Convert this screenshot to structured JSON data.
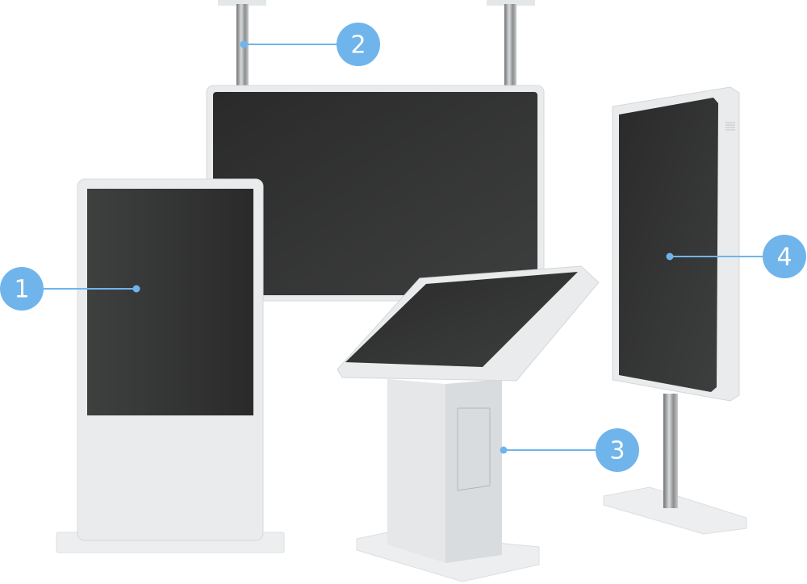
{
  "colors": {
    "callout": "#70b4ec",
    "screen": "#2e2f2f",
    "frame": "#e9ebec",
    "frame_edge": "#d6dadc"
  },
  "callouts": [
    {
      "label": "1",
      "target": "floor-standing-kiosk-screen"
    },
    {
      "label": "2",
      "target": "ceiling-mount-pole"
    },
    {
      "label": "3",
      "target": "tilted-kiosk-pedestal-panel"
    },
    {
      "label": "4",
      "target": "pole-mounted-portrait-screen"
    }
  ]
}
